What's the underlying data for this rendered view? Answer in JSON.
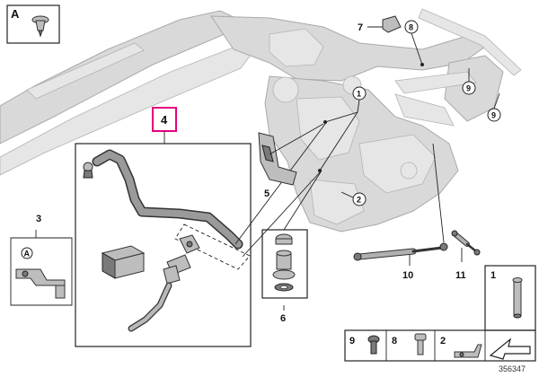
{
  "detail_a": {
    "letter": "A"
  },
  "parts": {
    "p1": "1",
    "p2": "2",
    "p3": "3",
    "p4": "4",
    "p5": "5",
    "p6": "6",
    "p7": "7",
    "p8": "8",
    "p9": "9",
    "p10": "10",
    "p11": "11"
  },
  "detail_a_ref": "A",
  "legend": {
    "item1": "9",
    "item2": "8",
    "item3": "2",
    "item4": "1"
  },
  "diagram_number": "356347",
  "colors": {
    "highlight": "#e6007e",
    "ghost": "#d9d9d9",
    "line": "#222222"
  }
}
